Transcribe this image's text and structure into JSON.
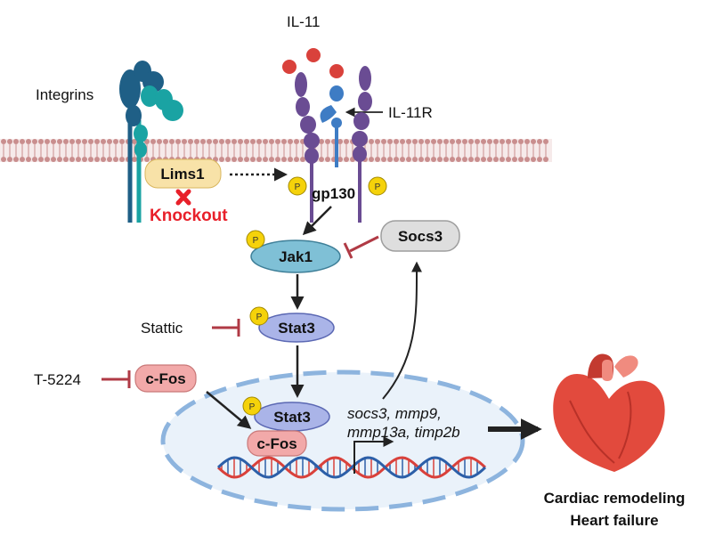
{
  "labels": {
    "il11": "IL-11",
    "il11r": "IL-11R",
    "integrins": "Integrins",
    "lims1": "Lims1",
    "knockout": "Knockout",
    "gp130": "gp130",
    "jak1": "Jak1",
    "socs3": "Socs3",
    "stattic": "Stattic",
    "stat3": "Stat3",
    "t5224": "T-5224",
    "cfos": "c-Fos",
    "stat3_nuclear": "Stat3",
    "cfos_nuclear": "c-Fos",
    "genes_line1": "socs3, mmp9,",
    "genes_line2": "mmp13a, timp2b",
    "outcome_line1": "Cardiac remodeling",
    "outcome_line2": "Heart failure",
    "phospho": "P"
  },
  "colors": {
    "ligand": "#d9413b",
    "gp130": "#6a4c93",
    "il11r": "#3e7cc4",
    "integrin_dark": "#1f5f86",
    "integrin_teal": "#1aa3a3",
    "lims1_fill": "#f8e2a8",
    "knockout": "#e8202a",
    "jak1": "#7fc0d6",
    "stat3": "#aab4e8",
    "cfos": "#f2a9a9",
    "socs3": "#dedede",
    "phospho": "#f5d20a",
    "inhibit": "#b03a45",
    "nucleus": "#eaf2fa",
    "nucleus_border": "#8db4de",
    "membrane": "#c98e8e",
    "dna_red": "#d9413b",
    "dna_blue": "#2c5fa8",
    "heart": "#e24a3d"
  }
}
